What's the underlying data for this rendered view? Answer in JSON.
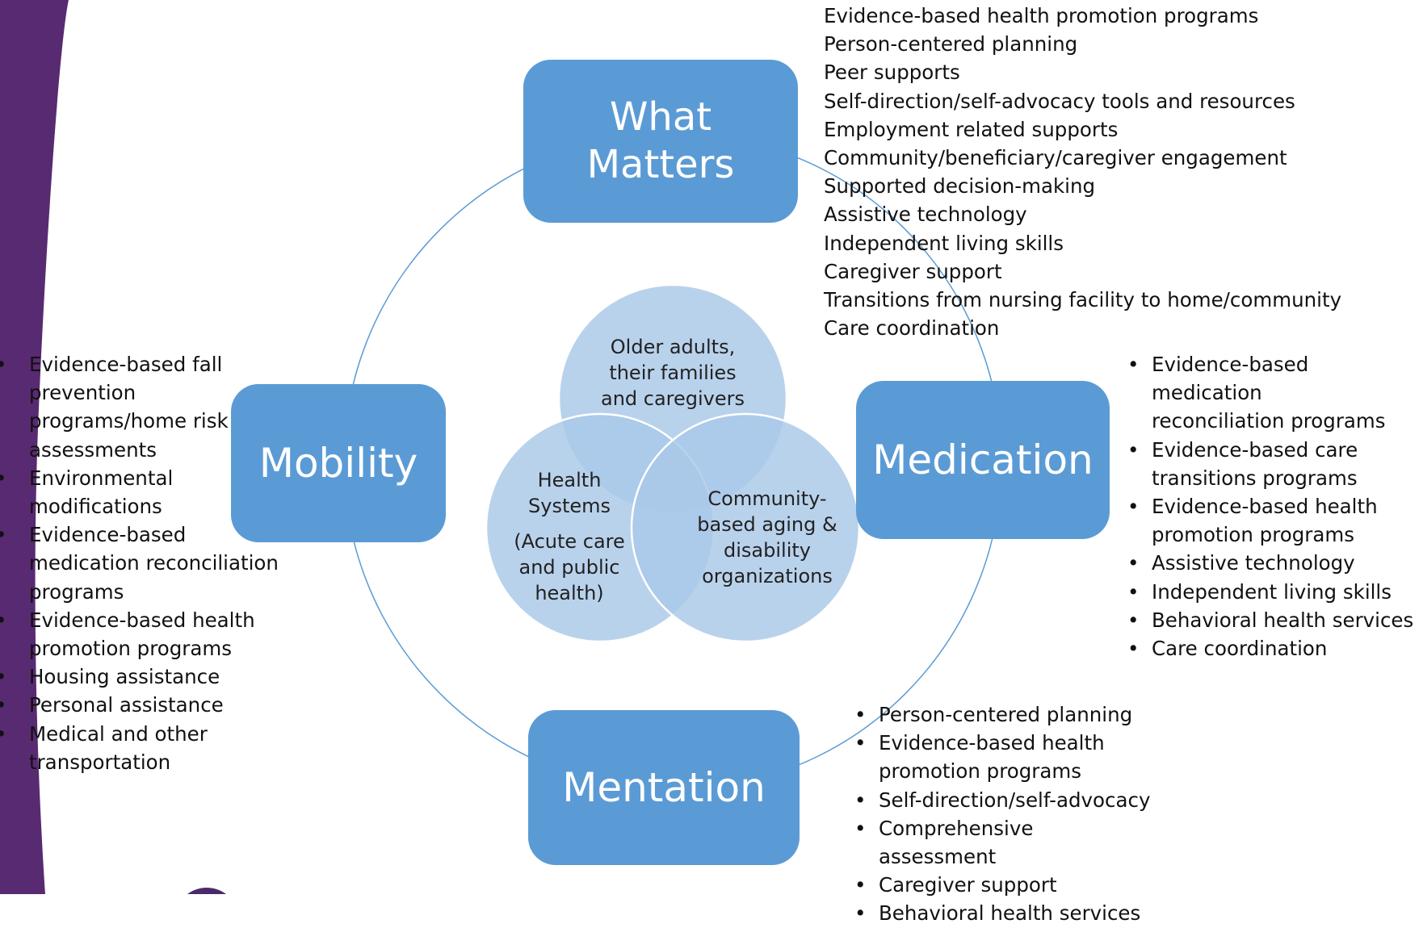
{
  "colors": {
    "box_fill": "#5b9bd5",
    "box_text": "#ffffff",
    "venn_fill": "#a9c8e8",
    "cycle_line": "#5b9bd5",
    "side_bar": "#582a72",
    "logo_purple": "#4b2a6b",
    "logo_gold": "#e8b53a"
  },
  "boxes": {
    "what_matters": [
      "What",
      "Matters"
    ],
    "mobility": "Mobility",
    "medication": "Medication",
    "mentation": "Mentation"
  },
  "venn": {
    "top": [
      "Older adults,",
      "their families",
      "and caregivers"
    ],
    "left": [
      "Health",
      "Systems",
      "(Acute care",
      "and public",
      "health)"
    ],
    "right": [
      "Community-",
      "based aging &",
      "disability",
      "organizations"
    ]
  },
  "lists": {
    "what_matters": [
      "Evidence-based health promotion programs",
      "Person-centered planning",
      "Peer supports",
      "Self-direction/self-advocacy tools and resources",
      "Employment related supports",
      "Community/beneficiary/caregiver engagement",
      "Supported decision-making",
      "Assistive technology",
      "Independent living skills",
      "Caregiver support",
      "Transitions from nursing facility to home/community",
      "Care coordination"
    ],
    "mobility": [
      [
        "Evidence-based fall",
        "prevention",
        "programs/home risk",
        "assessments"
      ],
      [
        "Environmental",
        "modifications"
      ],
      [
        "Evidence-based",
        "medication reconciliation",
        "programs"
      ],
      [
        "Evidence-based health",
        "promotion programs"
      ],
      [
        "Housing assistance"
      ],
      [
        "Personal assistance"
      ],
      [
        "Medical and other",
        "transportation"
      ]
    ],
    "medication": [
      [
        "Evidence-based medication",
        "reconciliation programs"
      ],
      [
        "Evidence-based care",
        "transitions programs"
      ],
      [
        "Evidence-based health",
        "promotion programs"
      ],
      [
        "Assistive technology"
      ],
      [
        "Independent living skills"
      ],
      [
        "Behavioral health services"
      ],
      [
        "Care coordination"
      ]
    ],
    "mentation": [
      [
        "Person-centered planning"
      ],
      [
        "Evidence-based health",
        "promotion programs"
      ],
      [
        "Self-direction/self-advocacy"
      ],
      [
        "Comprehensive assessment"
      ],
      [
        "Caregiver support"
      ],
      [
        "Behavioral health services"
      ]
    ]
  }
}
